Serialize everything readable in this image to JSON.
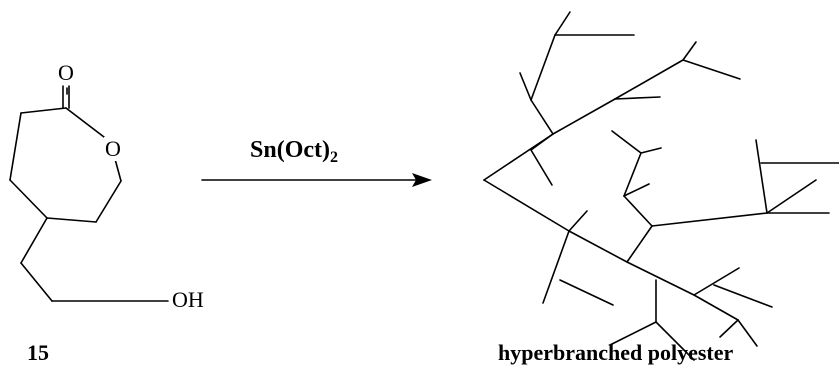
{
  "reactant": {
    "number": "15",
    "atoms": {
      "carbonyl_o": "O",
      "ring_o": "O",
      "hydroxyl": "OH"
    }
  },
  "reaction": {
    "catalyst_base": "Sn(Oct)",
    "catalyst_subscript": "2"
  },
  "product": {
    "label": "hyperbranched polyester"
  },
  "colors": {
    "ink": "#000000",
    "background": "#ffffff"
  }
}
